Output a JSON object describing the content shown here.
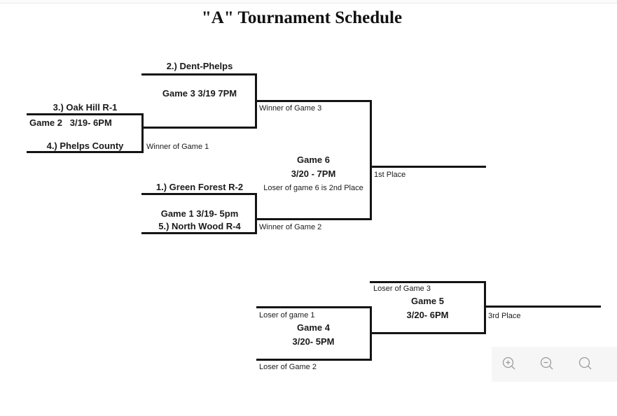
{
  "page": {
    "title": "\"A\" Tournament Schedule"
  },
  "bracket": {
    "teams": {
      "dent_phelps": "2.) Dent-Phelps",
      "oak_hill": "3.) Oak Hill R-1",
      "phelps_county": "4.) Phelps County",
      "green_forest": "1.) Green Forest R-2",
      "north_wood": "5.) North Wood R-4"
    },
    "games": {
      "game1_label": "Game 1 3/19- 5pm",
      "game2_label": "Game 2   3/19- 6PM",
      "game3_label": "Game 3 3/19 7PM",
      "game4_title": "Game 4",
      "game4_time": "3/20- 5PM",
      "game5_title": "Game 5",
      "game5_time": "3/20- 6PM",
      "game6_title": "Game 6",
      "game6_time": "3/20 - 7PM",
      "game6_note": "Loser of game 6 is 2nd Place"
    },
    "advancement": {
      "winner_game1": "Winner of Game 1",
      "winner_game2": "Winner of Game 2",
      "winner_game3": "Winner of Game 3",
      "loser_game1": "Loser of game 1",
      "loser_game2": "Loser of Game 2",
      "loser_game3": "Loser of Game 3",
      "first_place": "1st Place",
      "third_place": "3rd Place"
    }
  },
  "zoom_controls": {
    "zoom_in_icon": "magnifier-plus",
    "zoom_out_icon": "magnifier-minus",
    "search_icon": "magnifier",
    "icon_color": "#9b9b9b",
    "panel_color": "#f6f6f6"
  },
  "colors": {
    "line": "#141414",
    "background": "#ffffff"
  }
}
